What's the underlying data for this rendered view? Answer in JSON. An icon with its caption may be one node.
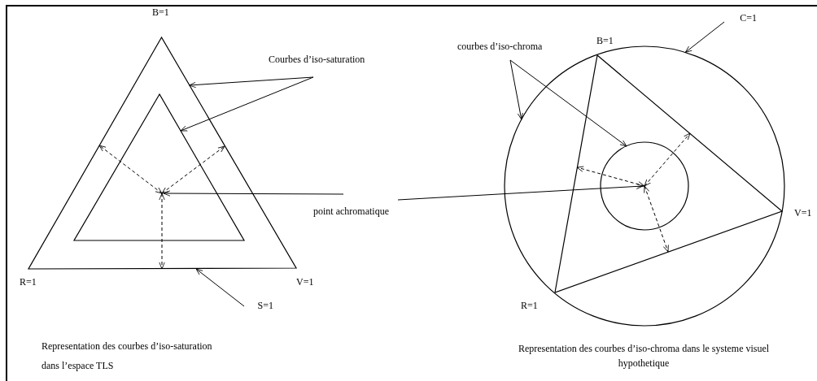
{
  "diagram": {
    "nodes": [
      {
        "text": [
          "Courbes d’iso-saturation"
        ]
      },
      {
        "text": [],
        "shape": "triangle"
      },
      {
        "text": [],
        "shape": "triangle",
        "in": 1
      },
      {
        "text": [
          "S=1"
        ]
      },
      {
        "text": [
          "point achromatique"
        ]
      },
      {
        "text": [],
        "shape": "point",
        "in": 2
      },
      {
        "text": [
          "courbes d’iso-chroma"
        ]
      },
      {
        "text": [],
        "shape": "circle"
      },
      {
        "text": [],
        "shape": "triangle",
        "in": 7
      },
      {
        "text": [],
        "shape": "circle",
        "in": 8
      },
      {
        "text": [
          "C=1"
        ]
      },
      {
        "text": [],
        "shape": "point",
        "in": 9
      }
    ],
    "edges": [
      {
        "from": 0,
        "to": 1,
        "arrow": "to"
      },
      {
        "from": 0,
        "to": 2,
        "arrow": "to"
      },
      {
        "from": 3,
        "to": 1,
        "arrow": "to"
      },
      {
        "from": 4,
        "to": 5,
        "arrow": "to"
      },
      {
        "from": 4,
        "to": 11,
        "arrow": "to"
      },
      {
        "from": 5,
        "to": 1,
        "arrow": "both",
        "style": "dashed"
      },
      {
        "from": 5,
        "to": 1,
        "arrow": "both",
        "style": "dashed"
      },
      {
        "from": 5,
        "to": 1,
        "arrow": "both",
        "style": "dashed"
      },
      {
        "from": 6,
        "to": 7,
        "arrow": "to"
      },
      {
        "from": 6,
        "to": 9,
        "arrow": "to"
      },
      {
        "from": 10,
        "to": 7,
        "arrow": "to"
      },
      {
        "from": 11,
        "to": 8,
        "arrow": "both",
        "style": "dashed"
      },
      {
        "from": 11,
        "to": 8,
        "arrow": "both",
        "style": "dashed"
      },
      {
        "from": 11,
        "to": 8,
        "arrow": "both",
        "style": "dashed"
      }
    ],
    "labels": [
      "B=1",
      "B=1",
      "R=1",
      "V=1",
      "V=1",
      "R=1",
      "Representation des courbes d’iso-saturation dans l’espace TLS",
      "Representation des courbes d’iso-chroma dans le systeme visuel hypothetique"
    ]
  }
}
